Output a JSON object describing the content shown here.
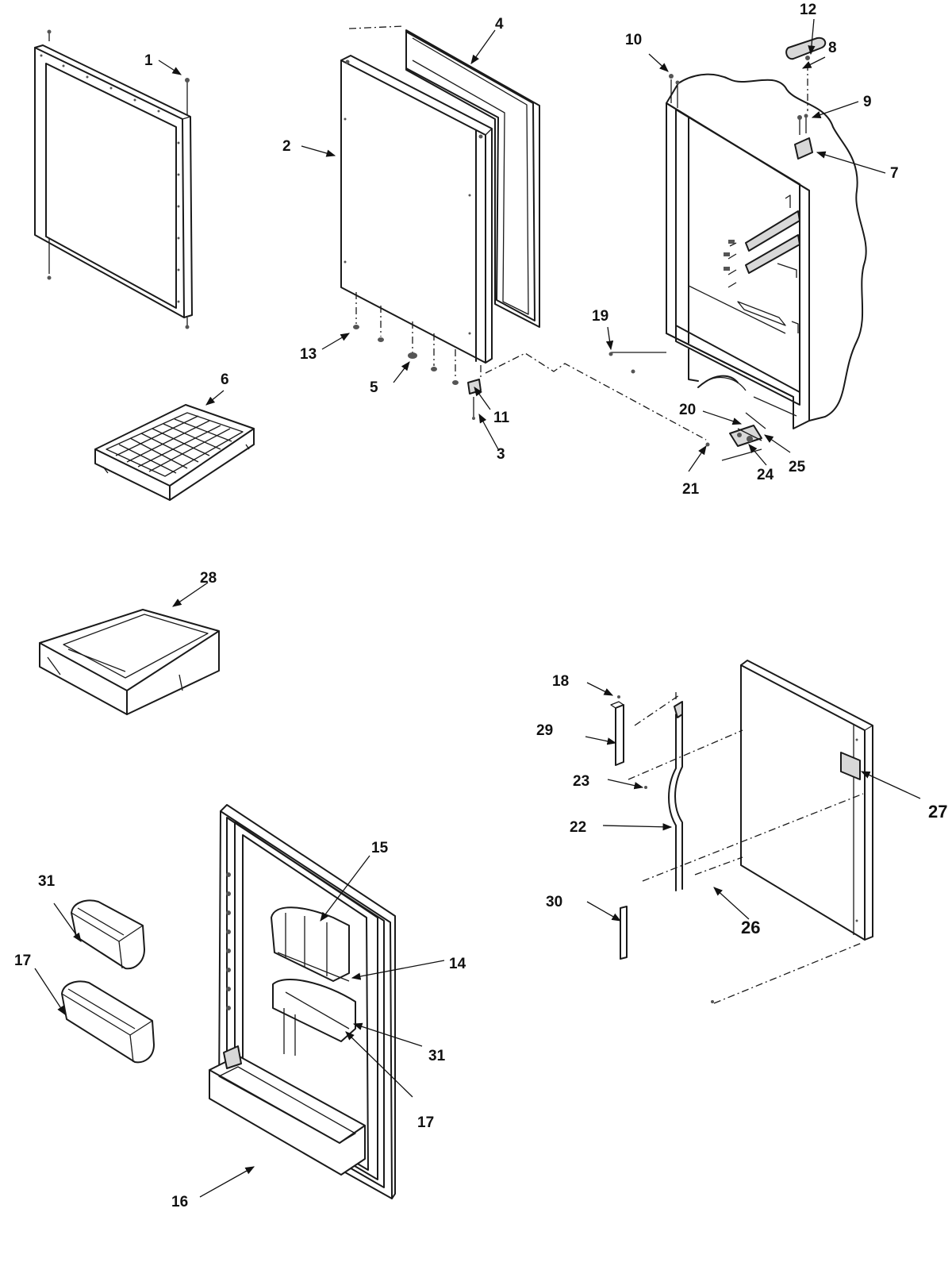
{
  "labels": {
    "p1": "1",
    "p2": "2",
    "p3": "3",
    "p4": "4",
    "p5": "5",
    "p6": "6",
    "p7": "7",
    "p8": "8",
    "p9": "9",
    "p10": "10",
    "p11": "11",
    "p12": "12",
    "p13": "13",
    "p14": "14",
    "p15": "15",
    "p16": "16",
    "p17a": "17",
    "p17b": "17",
    "p18": "18",
    "p19": "19",
    "p20": "20",
    "p21": "21",
    "p22": "22",
    "p23": "23",
    "p24": "24",
    "p25": "25",
    "p26": "26",
    "p27": "27",
    "p28": "28",
    "p29": "29",
    "p30": "30",
    "p31a": "31",
    "p31b": "31"
  }
}
